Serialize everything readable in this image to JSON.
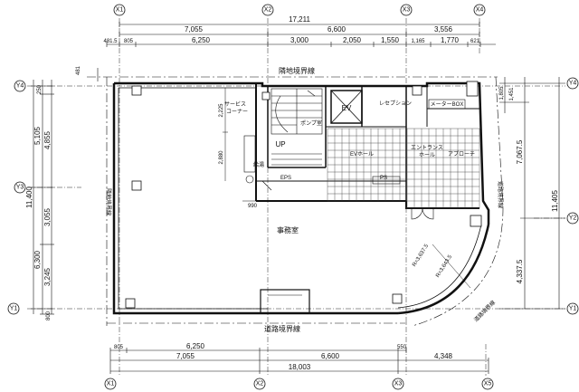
{
  "axes": {
    "top": [
      "X1",
      "X2",
      "X3",
      "X4"
    ],
    "bottom": [
      "X1",
      "X2",
      "X3",
      "X5"
    ],
    "left": [
      "Y4",
      "Y3",
      "Y1"
    ],
    "right": [
      "Y4",
      "Y2",
      "Y1"
    ]
  },
  "dims_top": {
    "overall": "17,211",
    "row2": [
      "7,055",
      "6,600",
      "3,556"
    ],
    "row3": [
      "481.5",
      "805",
      "6,250",
      "3,000",
      "2,050",
      "1,550",
      "1,165",
      "1,770",
      "621"
    ]
  },
  "dims_bottom": {
    "row1": [
      "805",
      "6,250",
      "550"
    ],
    "row2": [
      "7,055",
      "6,600",
      "4,348"
    ],
    "overall": "18,003"
  },
  "dims_left": [
    "250",
    "5,105",
    "4,855",
    "11,400",
    "3,055",
    "6,300",
    "3,245",
    "800",
    "481"
  ],
  "dims_right": [
    "1,805",
    "1,451",
    "7,067.5",
    "11,405",
    "4,337.5"
  ],
  "dims_inner": {
    "h1": "2,225",
    "h2": "2,880",
    "w1": "990",
    "radius": "R=3,643.5",
    "radius2": "R=3,637.5"
  },
  "rooms": {
    "boundary_top": "隣地境界線",
    "boundary_left": "隣地境界線",
    "boundary_right": "道路境界線",
    "boundary_bottom": "道路境界線",
    "boundary_corner": "道路境界線",
    "service_corner": "サービス\nコーナー",
    "service_corner_a": "サービス",
    "service_corner_b": "コーナー",
    "pump_room": "ポンプ室",
    "up": "UP",
    "elevator": "EV",
    "reception": "レセプション",
    "meter_box": "メーターBOX",
    "ev_hall": "EVホール",
    "entrance_hall": "エントランス\nホール",
    "entrance_a": "エントランス",
    "entrance_b": "ホール",
    "approach": "アプローチ",
    "office": "事務室",
    "kitchen": "給湯",
    "eps": "EPS",
    "ps": "PS"
  }
}
